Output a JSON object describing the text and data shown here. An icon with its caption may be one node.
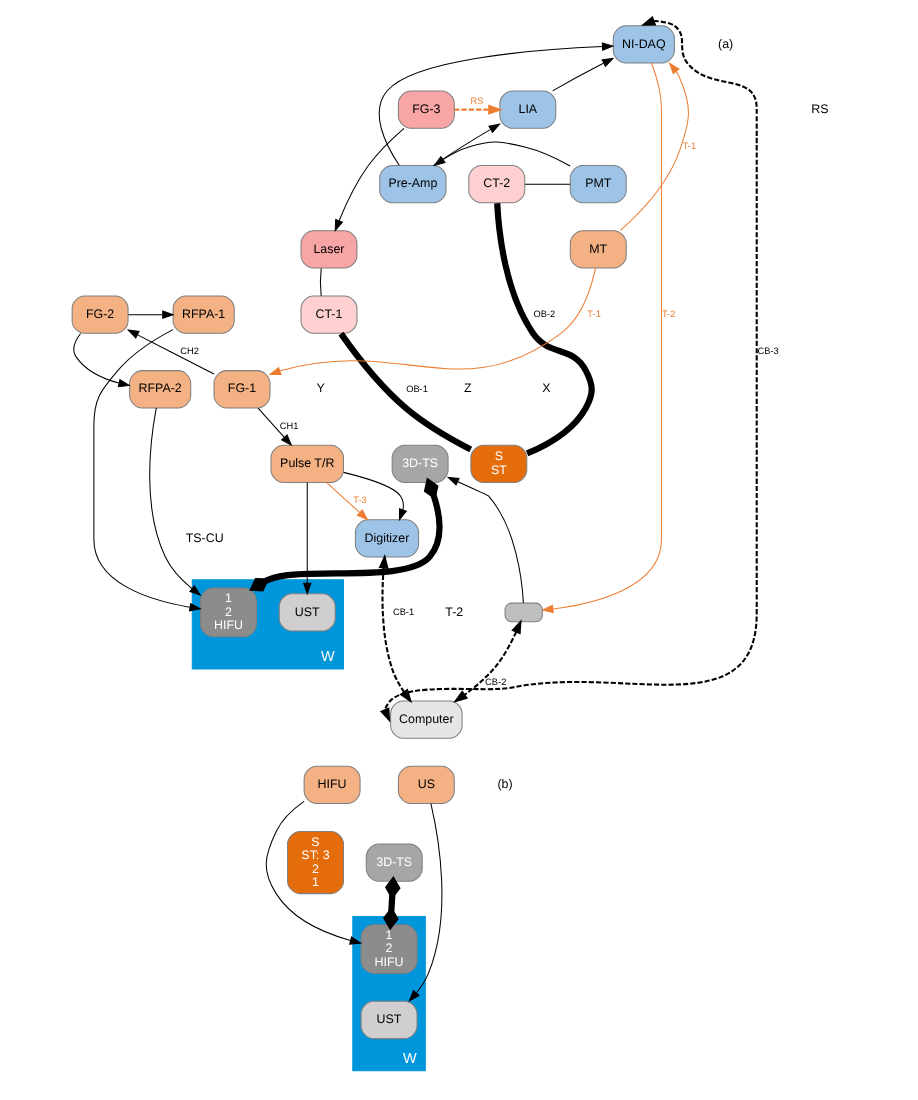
{
  "diagram": {
    "nodes": [
      {
        "text": [
          "NI-DAQ"
        ]
      },
      {
        "text": [
          "LIA"
        ]
      },
      {
        "text": [
          "Pre-Amp"
        ]
      },
      {
        "text": [
          "PMT"
        ]
      },
      {
        "text": [
          "CT-2"
        ]
      },
      {
        "text": [
          "FG-3"
        ]
      },
      {
        "text": [
          "Laser"
        ]
      },
      {
        "text": [
          "CT-1"
        ]
      },
      {
        "text": [
          "MT"
        ]
      },
      {
        "text": [
          "FG-1"
        ]
      },
      {
        "text": [
          "FG-2"
        ]
      },
      {
        "text": [
          "RFPA-1"
        ]
      },
      {
        "text": [
          "RFPA-2"
        ]
      },
      {
        "text": [
          "Pulse T/R"
        ]
      },
      {
        "text": [
          "Digitizer"
        ]
      },
      {
        "text": [
          "Computer"
        ]
      },
      {
        "text": [
          "W"
        ]
      },
      {
        "text": [
          "S",
          "ST"
        ]
      },
      {
        "text": [
          "1",
          "2",
          "HIFU"
        ],
        "in": 16
      },
      {
        "text": [
          "UST"
        ],
        "in": 16
      },
      {
        "text": [
          "3D-TS"
        ]
      },
      {
        "text": [],
        "shape": "box"
      },
      {
        "text": [
          "HIFU"
        ]
      },
      {
        "text": [
          "US"
        ]
      },
      {
        "text": [
          "W"
        ]
      },
      {
        "text": [
          "S",
          "ST: 3",
          "2",
          "1"
        ]
      },
      {
        "text": [
          "1",
          "2",
          "HIFU"
        ],
        "in": 24
      },
      {
        "text": [
          "UST"
        ],
        "in": 24
      },
      {
        "text": [
          "3D-TS"
        ]
      }
    ],
    "edges": [
      {
        "from": 8,
        "to": 0,
        "arrow": "to",
        "label": "T-1",
        "color": "#ed7d31"
      },
      {
        "from": 8,
        "to": 9,
        "arrow": "to",
        "label": "T-1",
        "color": "#ed7d31"
      },
      {
        "from": 0,
        "to": 21,
        "arrow": "to",
        "label": "T-2",
        "color": "#ed7d31"
      },
      {
        "from": 5,
        "to": 1,
        "arrow": "to",
        "label": "RS",
        "style": "dashed",
        "color": "#ed7d31"
      },
      {
        "from": 1,
        "to": 0,
        "arrow": "to"
      },
      {
        "from": 2,
        "to": 0,
        "arrow": "to"
      },
      {
        "from": 2,
        "to": 1,
        "arrow": "to"
      },
      {
        "from": 3,
        "to": 2,
        "arrow": "to"
      },
      {
        "from": 4,
        "to": 3,
        "arrow": "none"
      },
      {
        "from": 5,
        "to": 6,
        "arrow": "to"
      },
      {
        "from": 6,
        "to": 7,
        "arrow": "none"
      },
      {
        "from": 4,
        "to": 17,
        "arrow": "none",
        "label": "OB-2",
        "style": "thick"
      },
      {
        "from": 7,
        "to": 17,
        "arrow": "none",
        "label": "OB-1",
        "style": "thick"
      },
      {
        "from": 9,
        "to": 10,
        "arrow": "to",
        "label": "CH2"
      },
      {
        "from": 9,
        "to": 13,
        "arrow": "to",
        "label": "CH1"
      },
      {
        "from": 10,
        "to": 11,
        "arrow": "to"
      },
      {
        "from": 10,
        "to": 12,
        "arrow": "to"
      },
      {
        "from": 11,
        "to": 18,
        "arrow": "to"
      },
      {
        "from": 12,
        "to": 18,
        "arrow": "to"
      },
      {
        "from": 13,
        "to": 19,
        "arrow": "to"
      },
      {
        "from": 13,
        "to": 14,
        "arrow": "to"
      },
      {
        "from": 13,
        "to": 14,
        "arrow": "to",
        "label": "T-3",
        "color": "#ed7d31"
      },
      {
        "from": 14,
        "to": 15,
        "arrow": "both",
        "label": "CB-1",
        "style": "dashed"
      },
      {
        "from": 15,
        "to": 0,
        "arrow": "both",
        "label": "CB-3",
        "style": "dashed"
      },
      {
        "from": 15,
        "to": 21,
        "arrow": "both",
        "label": "CB-2",
        "style": "dashed"
      },
      {
        "from": 21,
        "to": 20,
        "arrow": "to"
      },
      {
        "from": 20,
        "to": 18,
        "arrow": "other",
        "style": "thick"
      },
      {
        "from": 22,
        "to": 26,
        "arrow": "to"
      },
      {
        "from": 23,
        "to": 27,
        "arrow": "to"
      },
      {
        "from": 28,
        "to": 26,
        "arrow": "other",
        "style": "thick"
      }
    ],
    "labels": [
      "(a)",
      "RS",
      "Z",
      "X",
      "Y",
      "TS-CU",
      "T-2",
      "(b)"
    ]
  }
}
